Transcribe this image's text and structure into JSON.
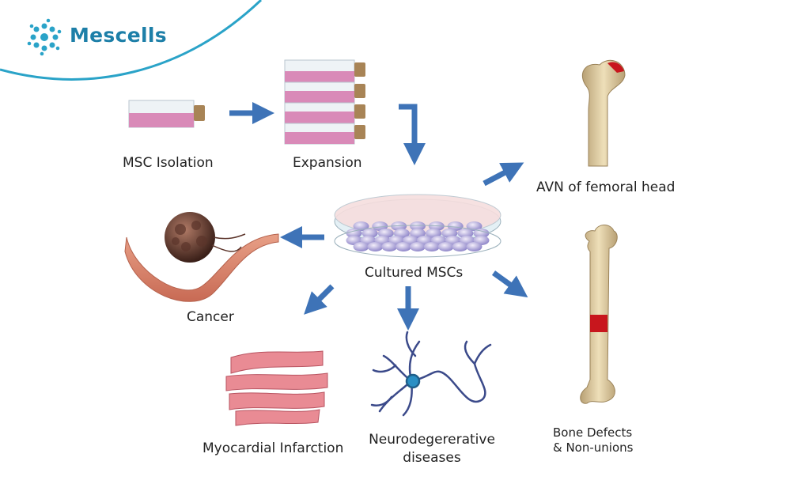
{
  "brand": {
    "name": "Mescells",
    "logo_icon": "cell-cluster-logo-icon",
    "accent": "#2aa3c8"
  },
  "labels": {
    "isolation": "MSC Isolation",
    "expansion": "Expansion",
    "cultured": "Cultured MSCs",
    "avn": "AVN of femoral head",
    "cancer": "Cancer",
    "bone_1": "Bone Defects",
    "bone_2": "& Non-unions",
    "myo": "Myocardial Infarction",
    "neuro_1": "Neurodegererative",
    "neuro_2": "diseases"
  },
  "colors": {
    "arrow": "#3e73b7",
    "flask_medium": "#d98ab8",
    "bone": "#d9c39a",
    "defect": "#c8161d"
  }
}
